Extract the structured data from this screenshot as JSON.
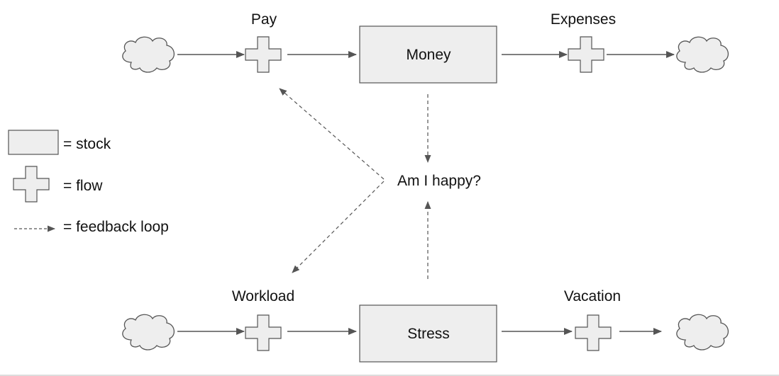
{
  "diagram": {
    "stocks": {
      "money": "Money",
      "stress": "Stress"
    },
    "flows": {
      "pay": "Pay",
      "expenses": "Expenses",
      "workload": "Workload",
      "vacation": "Vacation"
    },
    "center_question": "Am I happy?"
  },
  "legend": {
    "stock": "= stock",
    "flow": "= flow",
    "feedback_loop": "= feedback loop"
  },
  "colors": {
    "shape_fill": "#eeeeee",
    "shape_stroke": "#555555",
    "arrow": "#555555",
    "text": "#111111"
  },
  "icons": {
    "source_sink": "cloud-icon",
    "flow": "valve-cross-icon",
    "feedback": "dashed-arrow-icon"
  }
}
